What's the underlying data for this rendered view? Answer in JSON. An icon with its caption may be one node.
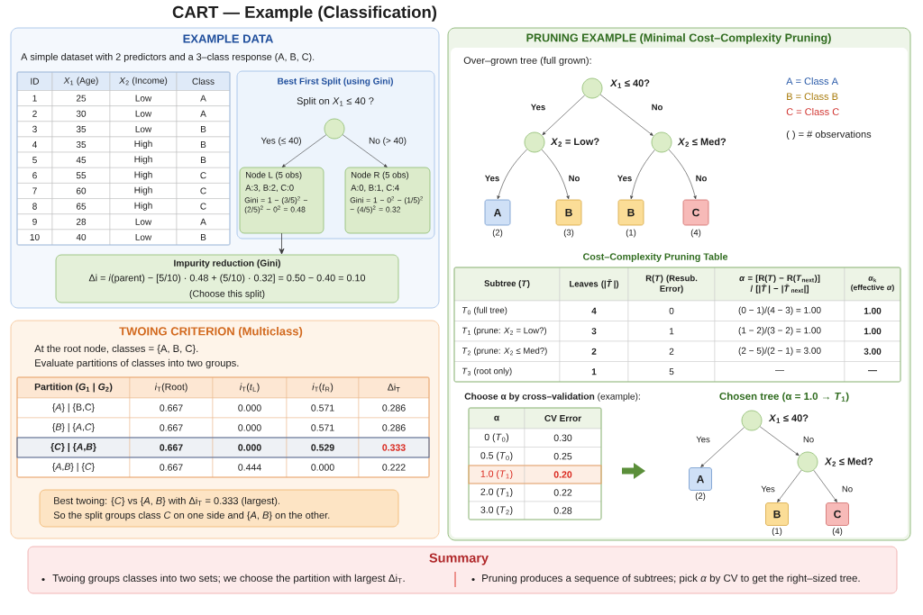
{
  "diagram": {
    "title": "CART — Example (Classification)",
    "nodes": [
      {
        "text": [
          "EXAMPLE DATA",
          "A simple dataset with 2 predictors and a 3–class response (A, B, C)."
        ]
      },
      {
        "text": [
          "Best First Split (using Gini)",
          "Split on *X*$_{1}$ ≤ 40 ?"
        ],
        "in": 0
      },
      {
        "text": [],
        "shape": "circle",
        "in": 1
      },
      {
        "text": [
          "Node L (5 obs)",
          "A:3, B:2, C:0",
          "Gini = 1 − (3/5)$^{2}$ − (2/5)$^{2}$ − 0$^{2}$ = 0.48"
        ],
        "in": 1
      },
      {
        "text": [
          "Node R (5 obs)",
          "A:0, B:1, C:4",
          "Gini = 1 − 0$^{2}$ − (1/5)$^{2}$ − (4/5)$^{2}$ = 0.32"
        ],
        "in": 1
      },
      {
        "text": [
          "Impurity reduction (Gini)",
          "Δi = *i*(parent) − [5/10) · 0.48 + (5/10) · 0.32] = 0.50 − 0.40 = 0.10",
          "(Choose this split)"
        ],
        "in": 0
      },
      {
        "text": [
          "TWOING CRITERION (Multiclass)",
          "At the root node, classes = {A, B, C}.",
          "Evaluate partitions of classes into two groups."
        ]
      },
      {
        "text": [
          "Best twoing: {*C*} vs {*A*, *B*} with Δi$_{T}$ = 0.333 (largest).",
          "So the split groups class *C* on one side and {*A*, *B*} on the other."
        ],
        "in": 6
      },
      {
        "text": [
          "PRUNING EXAMPLE (Minimal Cost–Complexity Pruning)",
          "Over–grown tree (full grown):"
        ]
      },
      {
        "text": [],
        "shape": "circle",
        "in": 8,
        "beside": [
          "*X*$_{1}$ ≤ 40?"
        ]
      },
      {
        "text": [],
        "shape": "circle",
        "in": 8,
        "beside": [
          "*X*$_{2}$ = Low?"
        ]
      },
      {
        "text": [],
        "shape": "circle",
        "in": 8,
        "beside": [
          "*X*$_{2}$ ≤ Med?"
        ]
      },
      {
        "text": [
          "A"
        ],
        "in": 8,
        "beside": [
          "(2)"
        ]
      },
      {
        "text": [
          "B"
        ],
        "in": 8,
        "beside": [
          "(3)"
        ]
      },
      {
        "text": [
          "B"
        ],
        "in": 8,
        "beside": [
          "(1)"
        ]
      },
      {
        "text": [
          "C"
        ],
        "in": 8,
        "beside": [
          "(4)"
        ]
      },
      {
        "text": [],
        "shape": "circle",
        "in": 8,
        "beside": [
          "*X*$_{1}$ ≤ 40?"
        ]
      },
      {
        "text": [
          "A"
        ],
        "in": 8,
        "beside": [
          "(2)"
        ]
      },
      {
        "text": [],
        "shape": "circle",
        "in": 8,
        "beside": [
          "*X*$_{2}$ ≤ Med?"
        ]
      },
      {
        "text": [
          "B"
        ],
        "in": 8,
        "beside": [
          "(1)"
        ]
      },
      {
        "text": [
          "C"
        ],
        "in": 8,
        "beside": [
          "(4)"
        ]
      },
      {
        "text": [
          "Summary",
          "Twoing groups classes into two sets; we choose the partition with largest Δi$_{T}$.",
          "Pruning produces a sequence of subtrees; pick *α* by CV to get the right–sized tree."
        ]
      }
    ],
    "edges": [
      {
        "from": 2,
        "to": 3,
        "arrow": "to",
        "label": "Yes (≤ 40)"
      },
      {
        "from": 2,
        "to": 4,
        "arrow": "to",
        "label": "No (> 40)"
      },
      {
        "from": 3,
        "to": 5,
        "arrow": "to"
      },
      {
        "from": 9,
        "to": 10,
        "arrow": "to",
        "label": "Yes"
      },
      {
        "from": 9,
        "to": 11,
        "arrow": "to",
        "label": "No"
      },
      {
        "from": 10,
        "to": 12,
        "arrow": "to",
        "label": "Yes"
      },
      {
        "from": 10,
        "to": 13,
        "arrow": "to",
        "label": "No"
      },
      {
        "from": 11,
        "to": 14,
        "arrow": "to",
        "label": "Yes"
      },
      {
        "from": 11,
        "to": 15,
        "arrow": "to",
        "label": "No"
      },
      {
        "from": 16,
        "to": 17,
        "arrow": "to",
        "label": "Yes"
      },
      {
        "from": 16,
        "to": 18,
        "arrow": "to",
        "label": "No"
      },
      {
        "from": 18,
        "to": 19,
        "arrow": "to",
        "label": "Yes"
      },
      {
        "from": 18,
        "to": 20,
        "arrow": "to",
        "label": "No"
      }
    ],
    "labels": [
      "ID",
      "*X*$_{1}$ (Age)",
      "*X*$_{2}$ (Income)",
      "Class",
      "1",
      "25",
      "Low",
      "A",
      "2",
      "30",
      "Low",
      "A",
      "3",
      "35",
      "Low",
      "B",
      "4",
      "35",
      "High",
      "B",
      "5",
      "45",
      "High",
      "B",
      "6",
      "55",
      "High",
      "C",
      "7",
      "60",
      "High",
      "C",
      "8",
      "65",
      "High",
      "C",
      "9",
      "28",
      "Low",
      "A",
      "10",
      "40",
      "Low",
      "B",
      "Partition (*G*$_{1}$ | *G*$_{2}$)",
      "*i*$_{T}$(Root)",
      "*i*$_{T}$(*t*$_{L}$)",
      "*i*$_{T}$(*t*$_{R}$)",
      "Δi$_{T}$",
      "{*A*} | {B,C}",
      "0.667",
      "0.000",
      "0.571",
      "0.286",
      "{*B*} | {*A*,*C*}",
      "0.667",
      "0.000",
      "0.571",
      "0.286",
      "{*C*} | {*A*,*B*}",
      "0.667",
      "0.000",
      "0.529",
      "0.333",
      "{*A*,*B*} | {*C*}",
      "0.667",
      "0.444",
      "0.000",
      "0.222",
      "Cost–Complexity Pruning Table",
      "Subtree (*T*)",
      "Leaves (|*T̄*|)",
      "R(*T*) (Resub. Error)",
      "*α* = [R(*T*) − R(*T*$_{next}$)] / [|*T̄*| − |*T̄*$_{next}$|]",
      "*α*$_{k}$ (effective *α*)",
      "*T*$_{0}$ (full tree)",
      "4",
      "0",
      "(0 − 1)/(4 − 3) = 1.00",
      "1.00",
      "*T*$_{1}$ (prune: *X*$_{2}$ = Low?)",
      "3",
      "1",
      "(1 − 2)/(3 − 2) = 1.00",
      "1.00",
      "*T*$_{2}$ (prune: *X*$_{2}$ ≤ Med?)",
      "2",
      "2",
      "(2 − 5)/(2 − 1) = 3.00",
      "3.00",
      "*T*$_{3}$ (root only)",
      "1",
      "5",
      "—",
      "—",
      "**Choose α by cross–validation** (example):",
      "α",
      "CV Error",
      "0 (*T*$_{0}$)",
      "0.30",
      "0.5 (*T*$_{0}$)",
      "0.25",
      "1.0 (*T*$_{1}$)",
      "0.20",
      "2.0 (*T*$_{1}$)",
      "0.22",
      "3.0 (*T*$_{2}$)",
      "0.28",
      "Chosen tree (α = 1.0 → *T*$_{1}$)"
    ],
    "legend": [
      {
        "text": "A = Class A"
      },
      {
        "text": "B = Class B"
      },
      {
        "text": "C = Class C"
      },
      {
        "text": "( ) = # observations"
      }
    ]
  }
}
